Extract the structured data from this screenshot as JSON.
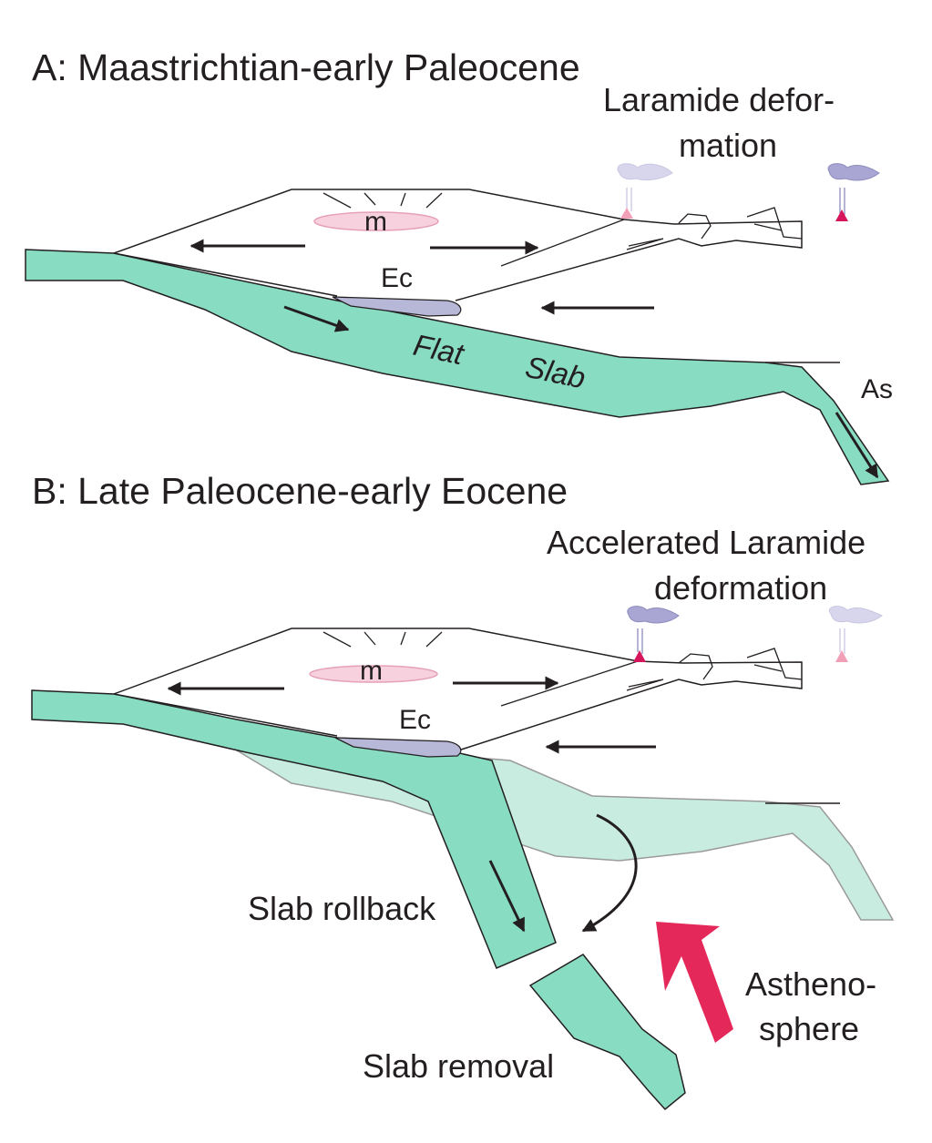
{
  "panel_a": {
    "title": "A: Maastrichtian-early Paleocene",
    "deformation_line1": "Laramide defor-",
    "deformation_line2": "mation",
    "magma_label": "m",
    "eclogite_label": "Ec",
    "flat_label": "Flat",
    "slab_label": "Slab",
    "as_label": "As"
  },
  "panel_b": {
    "title": "B: Late Paleocene-early Eocene",
    "deformation_line1": "Accelerated Laramide",
    "deformation_line2": "deformation",
    "magma_label": "m",
    "eclogite_label": "Ec",
    "rollback_label": "Slab rollback",
    "removal_label": "Slab removal",
    "astheno_line1": "Astheno-",
    "astheno_line2": "sphere"
  },
  "colors": {
    "slab": "#88dcc2",
    "slab_ghost": "#c8ece0",
    "magma": "#f7d2de",
    "eclogite": "#b7b7d8",
    "volcano_active": "#d6155a",
    "volcano_inactive": "#f2a0b8",
    "plume_active": "#a9a6d4",
    "plume_inactive": "#d8d6ec",
    "asthenosphere_arrow": "#e5285a",
    "ink": "#231f20"
  }
}
